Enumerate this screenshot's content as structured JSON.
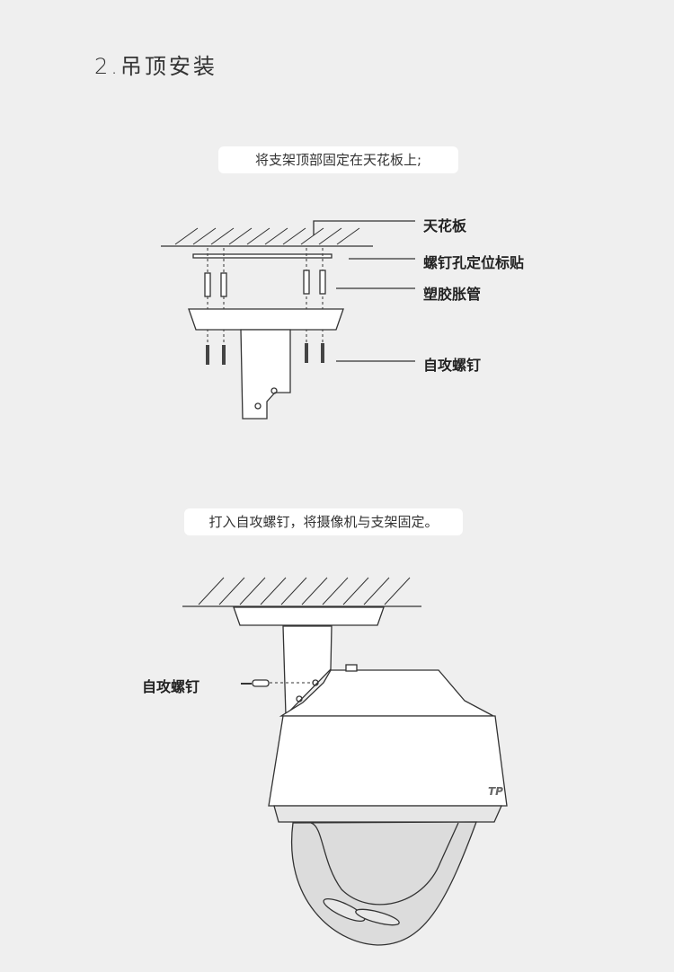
{
  "title": "2.吊顶安装",
  "step1": {
    "caption": "将支架顶部固定在天花板上;",
    "labels": {
      "ceiling": "天花板",
      "sticker": "螺钉孔定位标贴",
      "anchor": "塑胶胀管",
      "screw": "自攻螺钉"
    }
  },
  "step2": {
    "caption": "打入自攻螺钉，将摄像机与支架固定。",
    "labels": {
      "screw": "自攻螺钉"
    },
    "brand_mark": "TP"
  }
}
